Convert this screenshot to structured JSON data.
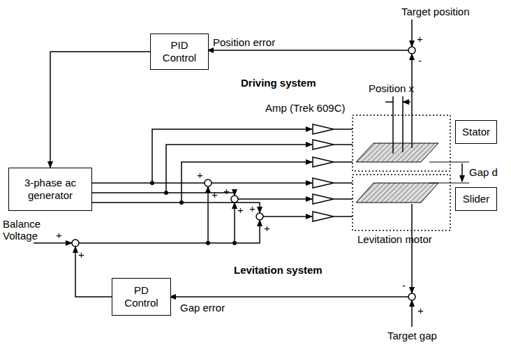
{
  "diagram": {
    "nodes": [
      {
        "text": [
          "PID Control"
        ]
      },
      {
        "text": [
          "3-phase ac generator"
        ]
      },
      {
        "text": [
          "PD Control"
        ]
      },
      {
        "text": [
          "Stator"
        ]
      },
      {
        "text": [
          "Slider"
        ]
      }
    ],
    "edges": [
      {
        "from": 0,
        "to": 1,
        "arrow": "to"
      }
    ],
    "labels": [
      "Target position",
      "+",
      "-",
      "Position error",
      "Driving system",
      "Position x",
      "Amp (Trek 609C)",
      "Gap d",
      "Levitation motor",
      "Balance Voltage",
      "+",
      "+",
      "Levitation system",
      "Gap error",
      "-",
      "+",
      "Target gap",
      "+",
      "+",
      "+",
      "+",
      "+",
      "+"
    ]
  }
}
